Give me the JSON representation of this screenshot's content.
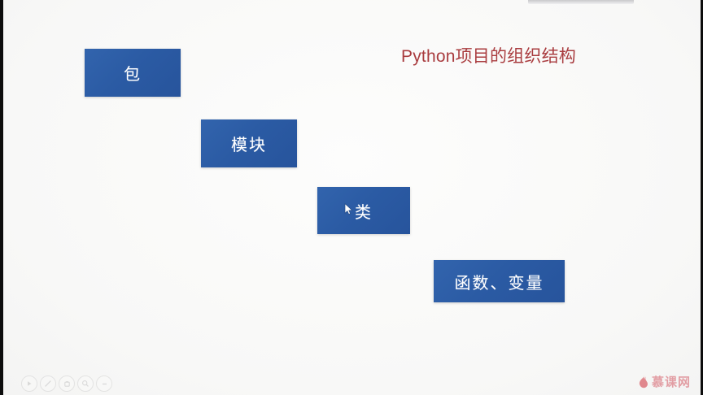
{
  "slide": {
    "title": "Python项目的组织结构",
    "title_color": "#a93c3f",
    "background_color": "#fbfbfa",
    "box_color": "#2b5ba4",
    "boxes": [
      {
        "label": "包",
        "name": "package"
      },
      {
        "label": "模块",
        "name": "module"
      },
      {
        "label": "类",
        "name": "class"
      },
      {
        "label": "函数、变量",
        "name": "function-variable"
      }
    ]
  },
  "top_strip": {
    "icon": "toolbar-strip"
  },
  "cursor": {
    "icon": "mouse-pointer"
  },
  "controls": {
    "buttons": [
      {
        "icon": "play-icon",
        "label": ""
      },
      {
        "icon": "pen-slash-icon",
        "label": ""
      },
      {
        "icon": "stamp-icon",
        "label": ""
      },
      {
        "icon": "magnifier-icon",
        "label": ""
      },
      {
        "icon": "minus-icon",
        "label": ""
      }
    ]
  },
  "watermark": {
    "text": "慕课网",
    "icon": "flame-icon",
    "color": "#d86a74"
  }
}
